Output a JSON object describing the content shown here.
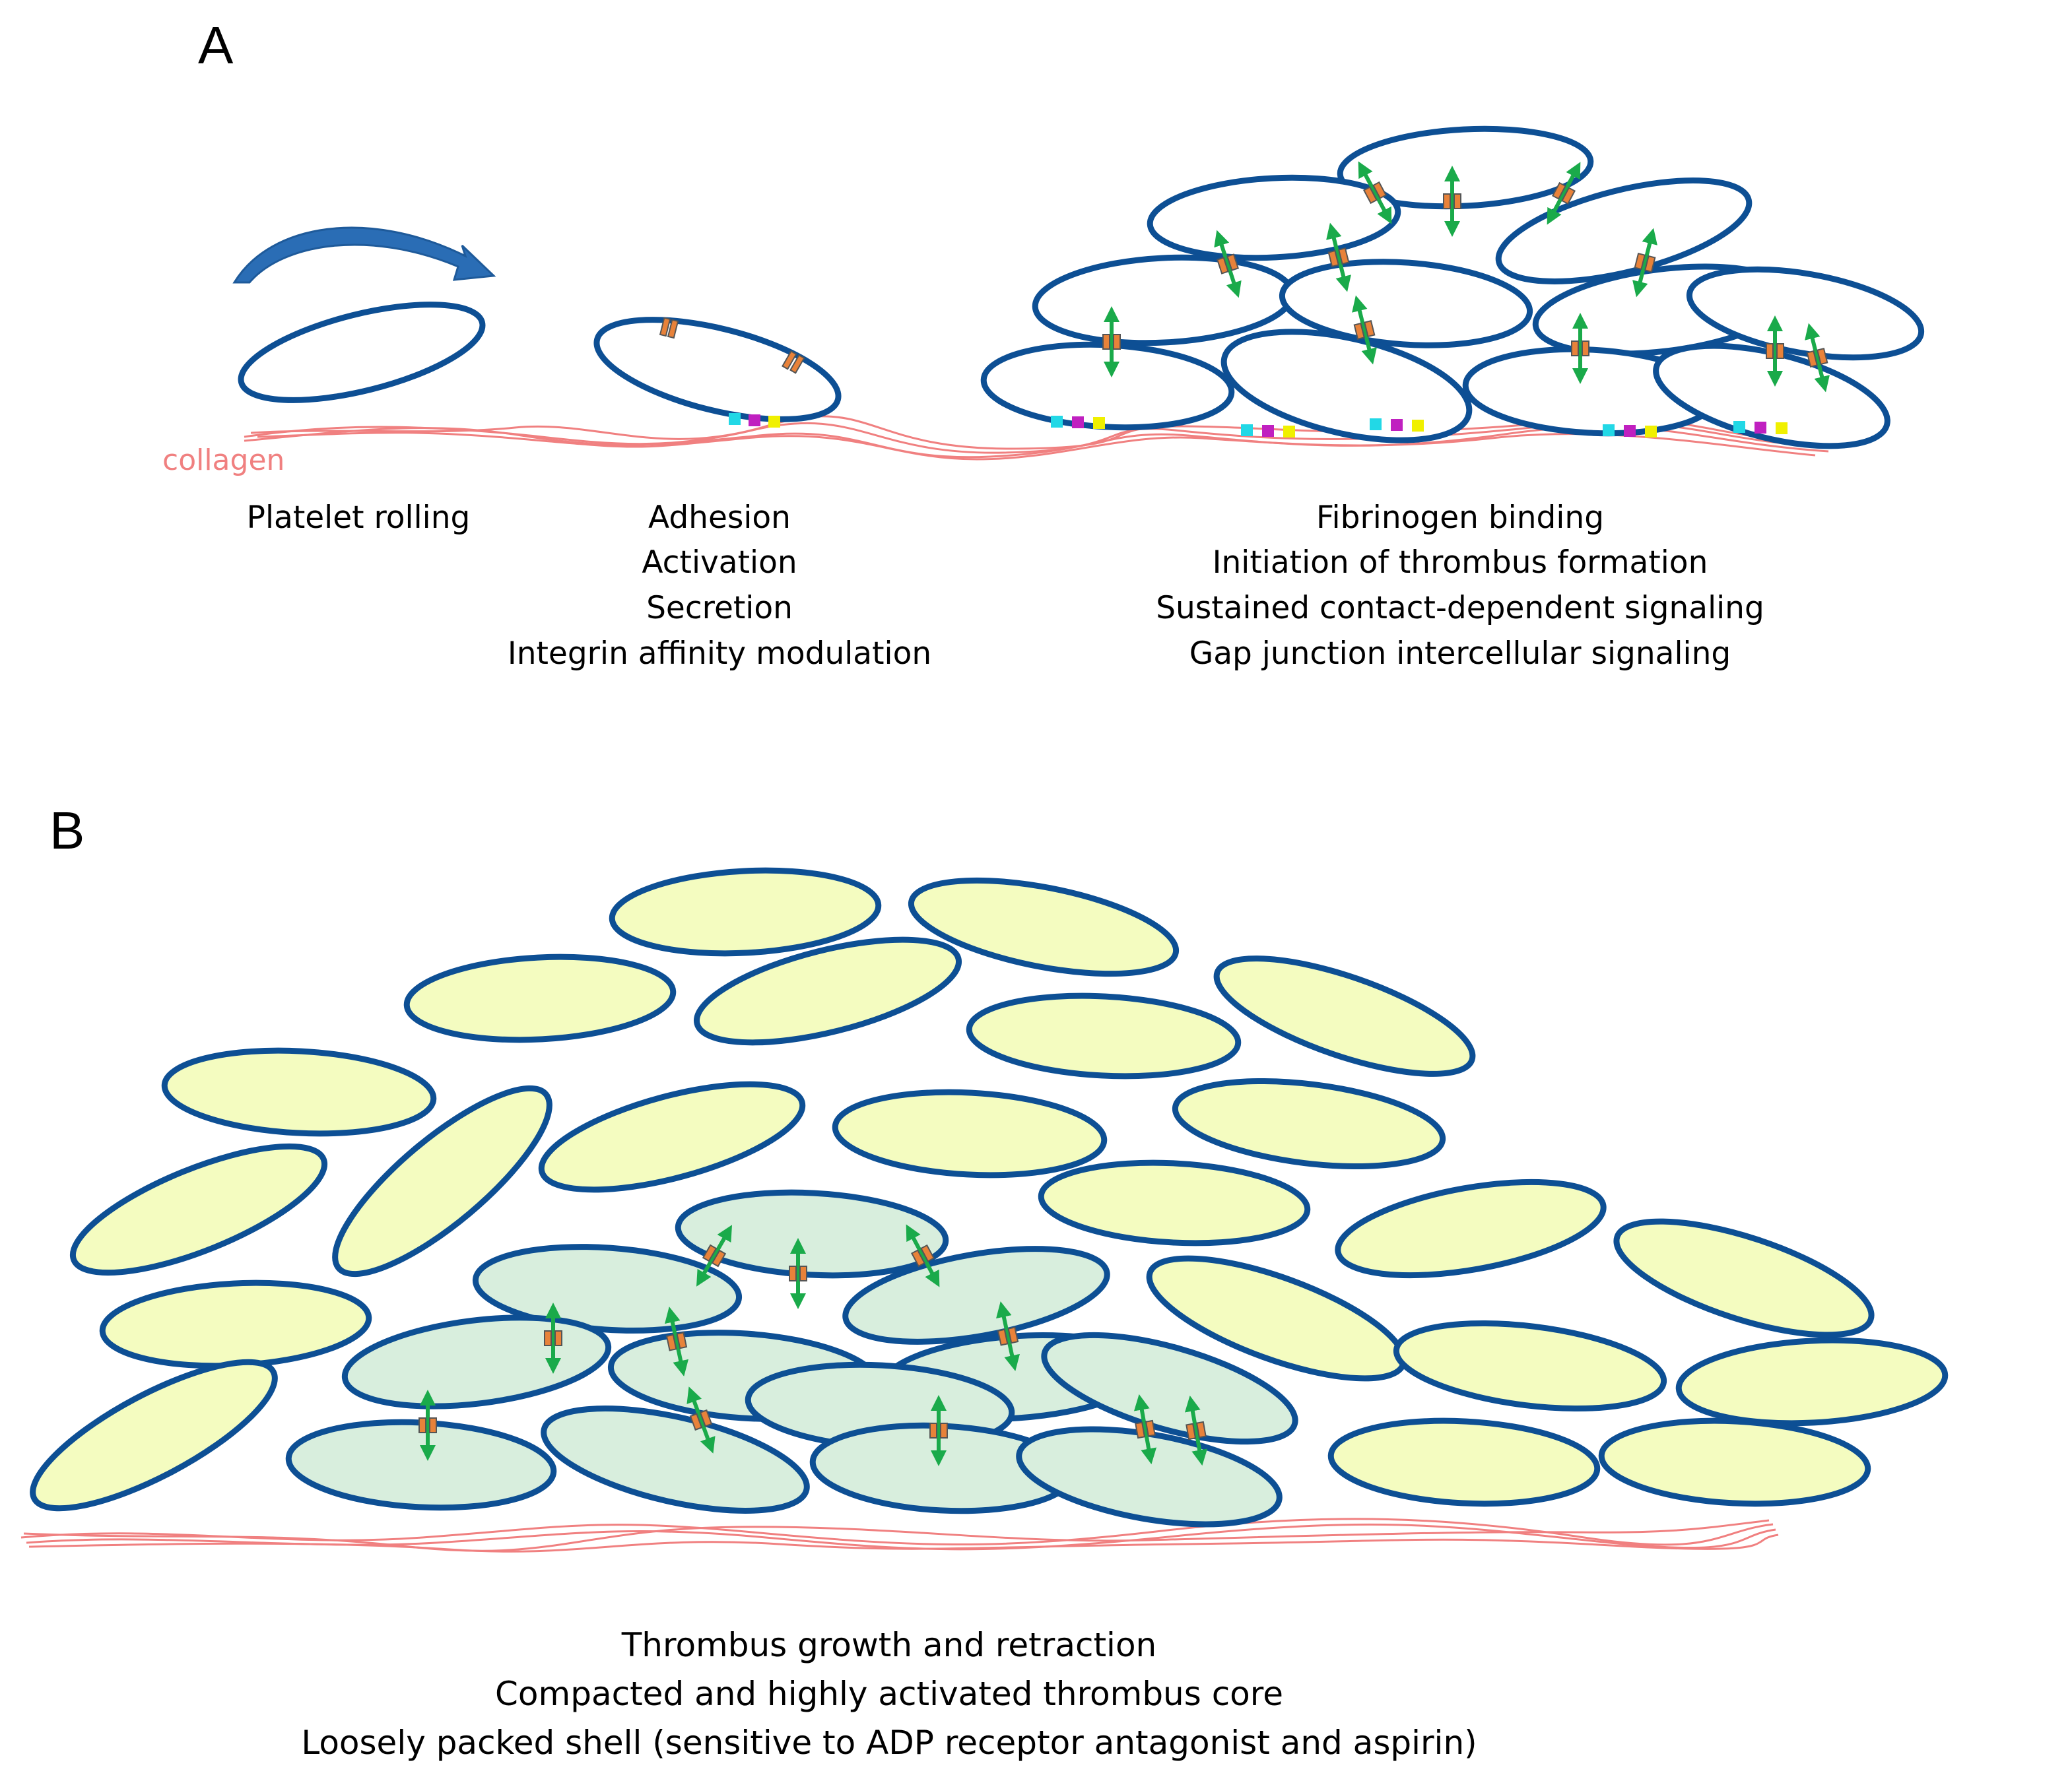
{
  "panels": {
    "a": {
      "letter": "A",
      "collagen_label": "collagen",
      "stages": {
        "rolling": [
          "Platelet rolling"
        ],
        "adhesion": [
          "Adhesion",
          "Activation",
          "Secretion",
          "Integrin affinity modulation"
        ],
        "fibrinogen": [
          "Fibrinogen binding",
          "Initiation of thrombus formation",
          "Sustained contact-dependent signaling",
          "Gap junction intercellular signaling"
        ]
      }
    },
    "b": {
      "letter": "B",
      "caption": [
        "Thrombus growth and retraction",
        "Compacted and highly activated thrombus core",
        "Loosely packed shell (sensitive to ADP receptor antagonist and aspirin)"
      ]
    }
  },
  "colors": {
    "platelet_outline": "#0d4f94",
    "rolling_arrow": "#2a6db5",
    "collagen": "#f08080",
    "shell_fill": "#f4fcc0",
    "core_fill": "#d8eedd",
    "integrin_arrow": "#1aaa4a",
    "receptor_orange": "#e8823a",
    "receptor_cyan": "#22d8e6",
    "receptor_magenta": "#c020c0",
    "receptor_yellow": "#f0f000"
  }
}
